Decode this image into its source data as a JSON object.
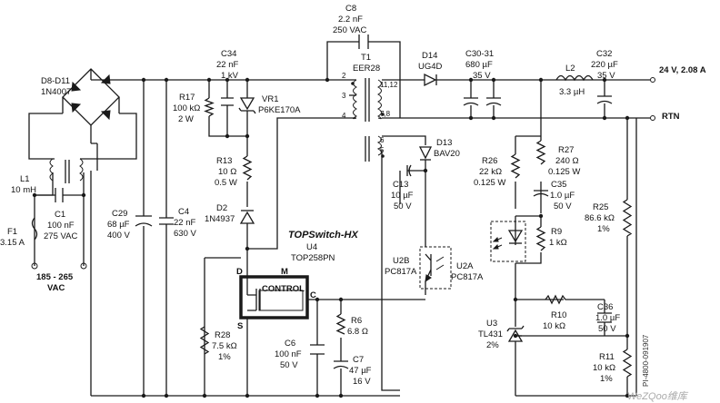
{
  "components": {
    "bridge": [
      "D8-D11",
      "1N4007"
    ],
    "c8": [
      "C8",
      "2.2 nF",
      "250 VAC"
    ],
    "t1": [
      "T1",
      "EER28"
    ],
    "t1_pins": [
      "2",
      "3",
      "4",
      "11,12",
      "7,8",
      "6",
      "5"
    ],
    "c34": [
      "C34",
      "22 nF",
      "1 kV"
    ],
    "r17": [
      "R17",
      "100 kΩ",
      "2 W"
    ],
    "vr1": [
      "VR1",
      "P6KE170A"
    ],
    "d14": [
      "D14",
      "UG4D"
    ],
    "c3031": [
      "C30-31",
      "680 µF",
      "35 V"
    ],
    "l2": [
      "L2",
      "3.3 µH"
    ],
    "c32": [
      "C32",
      "220 µF",
      "35 V"
    ],
    "d13": [
      "D13",
      "BAV20"
    ],
    "r26": [
      "R26",
      "22 kΩ",
      "0.125 W"
    ],
    "r27": [
      "R27",
      "240 Ω",
      "0.125 W"
    ],
    "c35": [
      "C35",
      "1.0 µF",
      "50 V"
    ],
    "c13": [
      "C13",
      "10 µF",
      "50 V"
    ],
    "r13": [
      "R13",
      "10 Ω",
      "0.5 W"
    ],
    "d2": [
      "D2",
      "1N4937"
    ],
    "l1": [
      "L1",
      "10 mH"
    ],
    "c1": [
      "C1",
      "100 nF",
      "275 VAC"
    ],
    "f1": [
      "F1",
      "3.15 A"
    ],
    "c29": [
      "C29",
      "68 µF",
      "400 V"
    ],
    "c4": [
      "C4",
      "22 nF",
      "630 V"
    ],
    "r25": [
      "R25",
      "86.6 kΩ",
      "1%"
    ],
    "r9": [
      "R9",
      "1 kΩ"
    ],
    "u2a": [
      "U2A",
      "PC817A"
    ],
    "u2b": [
      "U2B",
      "PC817A"
    ],
    "u4": [
      "U4",
      "TOP258PN"
    ],
    "r10": [
      "R10",
      "10 kΩ"
    ],
    "c36": [
      "C36",
      "1.0 µF",
      "50 V"
    ],
    "u3": [
      "U3",
      "TL431",
      "2%"
    ],
    "r11": [
      "R11",
      "10 kΩ",
      "1%"
    ],
    "r6": [
      "R6",
      "6.8 Ω"
    ],
    "c6": [
      "C6",
      "100 nF",
      "50 V"
    ],
    "c7": [
      "C7",
      "47 µF",
      "16 V"
    ],
    "r28": [
      "R28",
      "7.5 kΩ",
      "1%"
    ]
  },
  "labels": {
    "output": "24 V, 2.08 A",
    "rtn": "RTN",
    "vac": [
      "185 - 265",
      "VAC"
    ],
    "topswitch": "TOPSwitch-HX",
    "control": "CONTROL",
    "pin_d": "D",
    "pin_m": "M",
    "pin_s": "S",
    "pin_c": "C",
    "drawing_no": "PI-4800-091907",
    "watermark": "WeZQoo维库"
  }
}
